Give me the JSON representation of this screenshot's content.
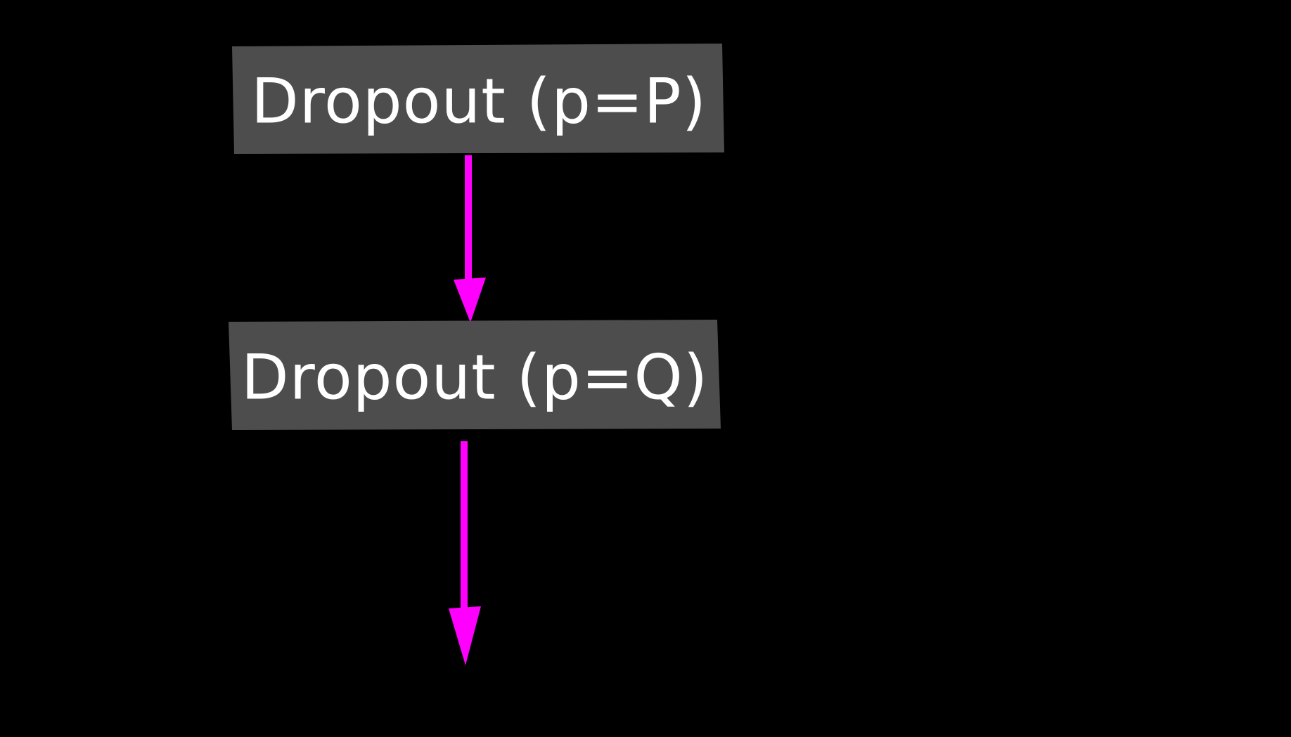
{
  "diagram": {
    "background_color": "#000000",
    "node_fill_color": "#4d4d4d",
    "node_text_color": "#ffffff",
    "edge_color": "#ff00ff",
    "nodes": [
      {
        "id": "dropout-p",
        "label": "Dropout (p=P)"
      },
      {
        "id": "dropout-q",
        "label": "Dropout (p=Q)"
      }
    ],
    "edges": [
      {
        "from": "Dropout (p=P)",
        "to": "Dropout (p=Q)",
        "direction": "down"
      },
      {
        "from": "Dropout (p=Q)",
        "to": "",
        "direction": "down"
      }
    ]
  }
}
